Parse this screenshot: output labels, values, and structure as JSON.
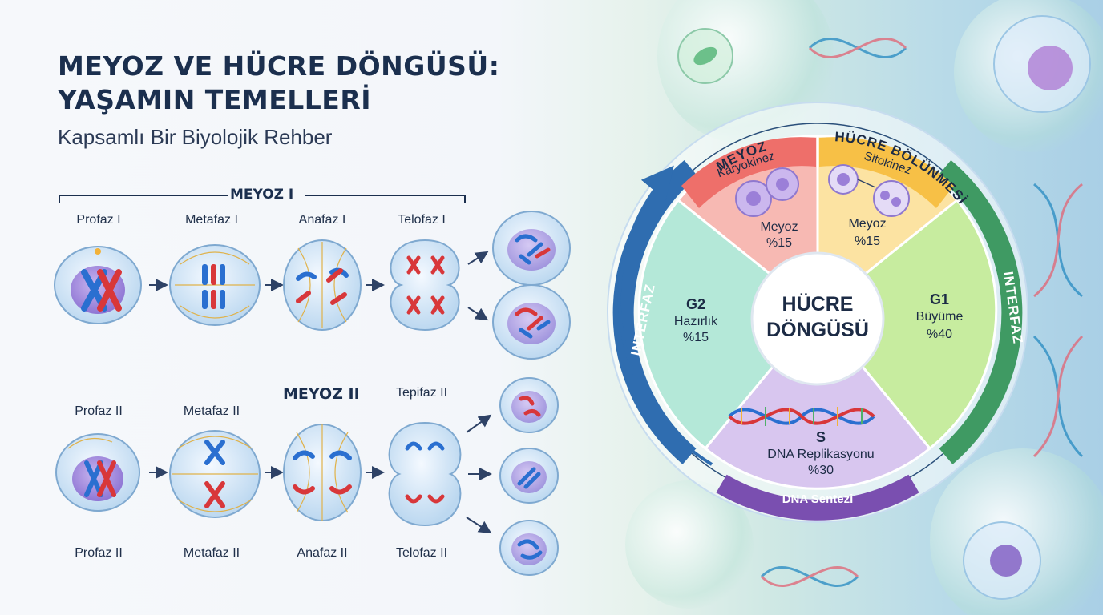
{
  "title": {
    "line1": "MEYOZ VE HÜCRE DÖNGÜSÜ:",
    "line2": "YAŞAMIN TEMELLERİ",
    "subtitle": "Kapsamlı Bir Biyolojik Rehber"
  },
  "meiosis1": {
    "label": "MEYOZ I",
    "stages": [
      "Profaz I",
      "Metafaz I",
      "Anafaz I",
      "Telofaz I"
    ]
  },
  "meiosis2": {
    "label": "MEYOZ II",
    "top_stages": [
      "Profaz II",
      "Metafaz II",
      "Tepifaz II"
    ],
    "bottom_stages": [
      "Profaz II",
      "Metafaz II",
      "Anafaz II",
      "Telofaz II"
    ]
  },
  "cycle": {
    "center_line1": "HÜCRE",
    "center_line2": "DÖNGÜSÜ",
    "ring_meyoz": "MEYOZ",
    "ring_bolunme": "HÜCRE BÖLÜNMESİ",
    "interfaz_left": "INTERFAZ",
    "interfaz_right": "INTERFAZ",
    "dna_sentezi": "DNA Sentezi",
    "segments": {
      "karyokinez": {
        "tab": "Karyokinez",
        "name": "Meyoz",
        "pct": "%15"
      },
      "sitokinez": {
        "tab": "Sitokinez",
        "name": "Meyoz",
        "pct": "%15"
      },
      "g1": {
        "phase": "G1",
        "name": "Büyüme",
        "pct": "%40"
      },
      "s": {
        "phase": "S",
        "name": "DNA Replikasyonu",
        "pct": "%30"
      },
      "g2": {
        "phase": "G2",
        "name": "Hazırlık",
        "pct": "%15"
      }
    }
  },
  "colors": {
    "title": "#1b2f4e",
    "karyokinez": "#f59a94",
    "sitokinez": "#fbd478",
    "g1": "#b5e39a",
    "s": "#c9b3e6",
    "g2": "#a8e3d4",
    "ring_blue": "#2f6db0",
    "ring_green": "#3f9a63",
    "ring_purple": "#7a4fb0",
    "chrom_red": "#d8373a",
    "chrom_blue": "#2a6fd0"
  }
}
